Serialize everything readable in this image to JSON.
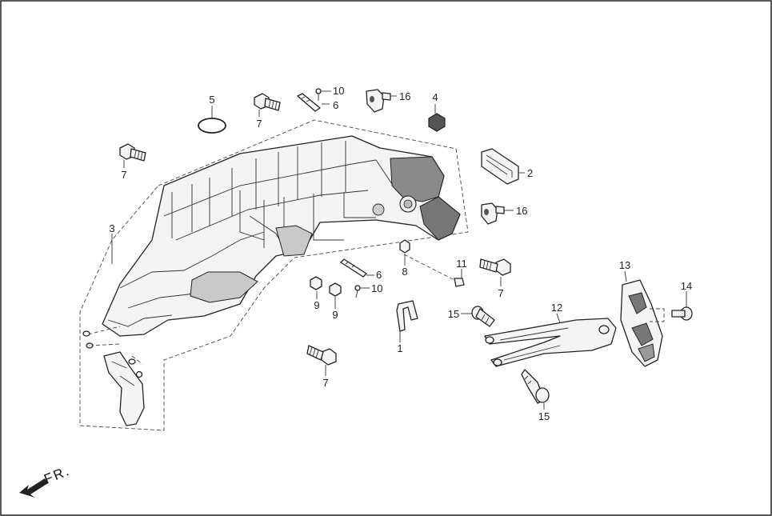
{
  "diagram": {
    "direction_label": "FR.",
    "callouts": {
      "p1": "1",
      "p2": "2",
      "p3": "3",
      "p4": "4",
      "p5": "5",
      "p6a": "6",
      "p6b": "6",
      "p7a": "7",
      "p7b": "7",
      "p7c": "7",
      "p7d": "7",
      "p8": "8",
      "p9a": "9",
      "p9b": "9",
      "p10a": "10",
      "p10b": "10",
      "p11": "11",
      "p12": "12",
      "p13": "13",
      "p14": "14",
      "p15a": "15",
      "p15b": "15",
      "p16a": "16",
      "p16b": "16"
    }
  }
}
